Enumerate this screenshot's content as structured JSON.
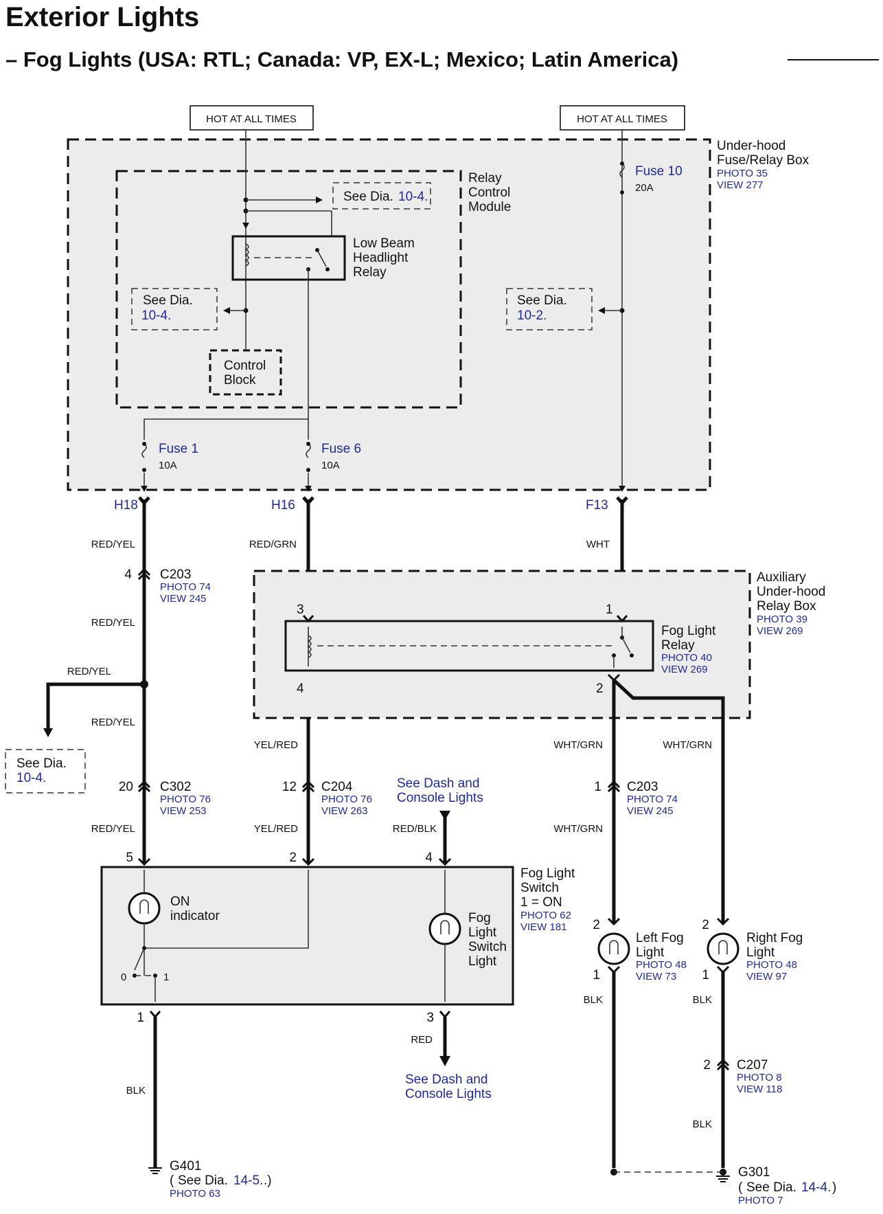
{
  "header": {
    "title": "Exterior Lights",
    "subtitle": "– Fog Lights (USA: RTL; Canada: VP, EX-L; Mexico; Latin America)"
  },
  "power": {
    "hot1": "HOT AT ALL TIMES",
    "hot2": "HOT AT ALL TIMES"
  },
  "underhood_box": {
    "name_line1": "Under-hood",
    "name_line2": "Fuse/Relay Box",
    "photo": "PHOTO 35",
    "view": "VIEW 277"
  },
  "relay_module": {
    "line1": "Relay",
    "line2": "Control",
    "line3": "Module"
  },
  "refs": {
    "see_dia": "See Dia.",
    "d10_4": "10-4.",
    "d10_2": "10-2.",
    "d14_5": "14-5.",
    "d14_4": "14-4.",
    "dash_console_1": "See Dash and",
    "dash_console_2": "Console Lights"
  },
  "low_beam_relay": {
    "line1": "Low Beam",
    "line2": "Headlight",
    "line3": "Relay"
  },
  "control_block": {
    "line1": "Control",
    "line2": "Block"
  },
  "fuses": {
    "fuse10": "Fuse 10",
    "fuse10_rating": "20A",
    "fuse1": "Fuse 1",
    "fuse1_rating": "10A",
    "fuse6": "Fuse 6",
    "fuse6_rating": "10A"
  },
  "terminals": {
    "h18": "H18",
    "h16": "H16",
    "f13": "F13"
  },
  "wire_colors": {
    "red_yel": "RED/YEL",
    "red_grn": "RED/GRN",
    "wht": "WHT",
    "yel_red": "YEL/RED",
    "wht_grn": "WHT/GRN",
    "red_blk": "RED/BLK",
    "red": "RED",
    "blk": "BLK"
  },
  "connectors": {
    "c203": "C203",
    "c203_photo": "PHOTO 74",
    "c203_view": "VIEW 245",
    "c302": "C302",
    "c302_photo": "PHOTO 76",
    "c302_view": "VIEW 253",
    "c204": "C204",
    "c204_photo": "PHOTO 76",
    "c204_view": "VIEW 263",
    "c207": "C207",
    "c207_photo": "PHOTO 8",
    "c207_view": "VIEW 118"
  },
  "aux_box": {
    "line1": "Auxiliary",
    "line2": "Under-hood",
    "line3": "Relay Box",
    "photo": "PHOTO 39",
    "view": "VIEW 269"
  },
  "fog_relay": {
    "line1": "Fog Light",
    "line2": "Relay",
    "photo": "PHOTO 40",
    "view": "VIEW 269"
  },
  "fog_switch": {
    "line1": "Fog Light",
    "line2": "Switch",
    "line3": "1 = ON",
    "photo": "PHOTO 62",
    "view": "VIEW 181",
    "on_line1": "ON",
    "on_line2": "indicator",
    "light_line1": "Fog",
    "light_line2": "Light",
    "light_line3": "Switch",
    "light_line4": "Light",
    "pos0": "0",
    "pos1": "1"
  },
  "left_fog": {
    "line1": "Left Fog",
    "line2": "Light",
    "photo": "PHOTO 48",
    "view": "VIEW 73"
  },
  "right_fog": {
    "line1": "Right Fog",
    "line2": "Light",
    "photo": "PHOTO 48",
    "view": "VIEW 97"
  },
  "grounds": {
    "g401": "G401",
    "g401_photo": "PHOTO 63",
    "g301": "G301",
    "g301_photo": "PHOTO 7",
    "open_paren": "(",
    "close_paren": ".)",
    "close_paren2": ")"
  },
  "pins": {
    "p1": "1",
    "p2": "2",
    "p3": "3",
    "p4": "4",
    "p5": "5",
    "p12": "12",
    "p20": "20"
  }
}
